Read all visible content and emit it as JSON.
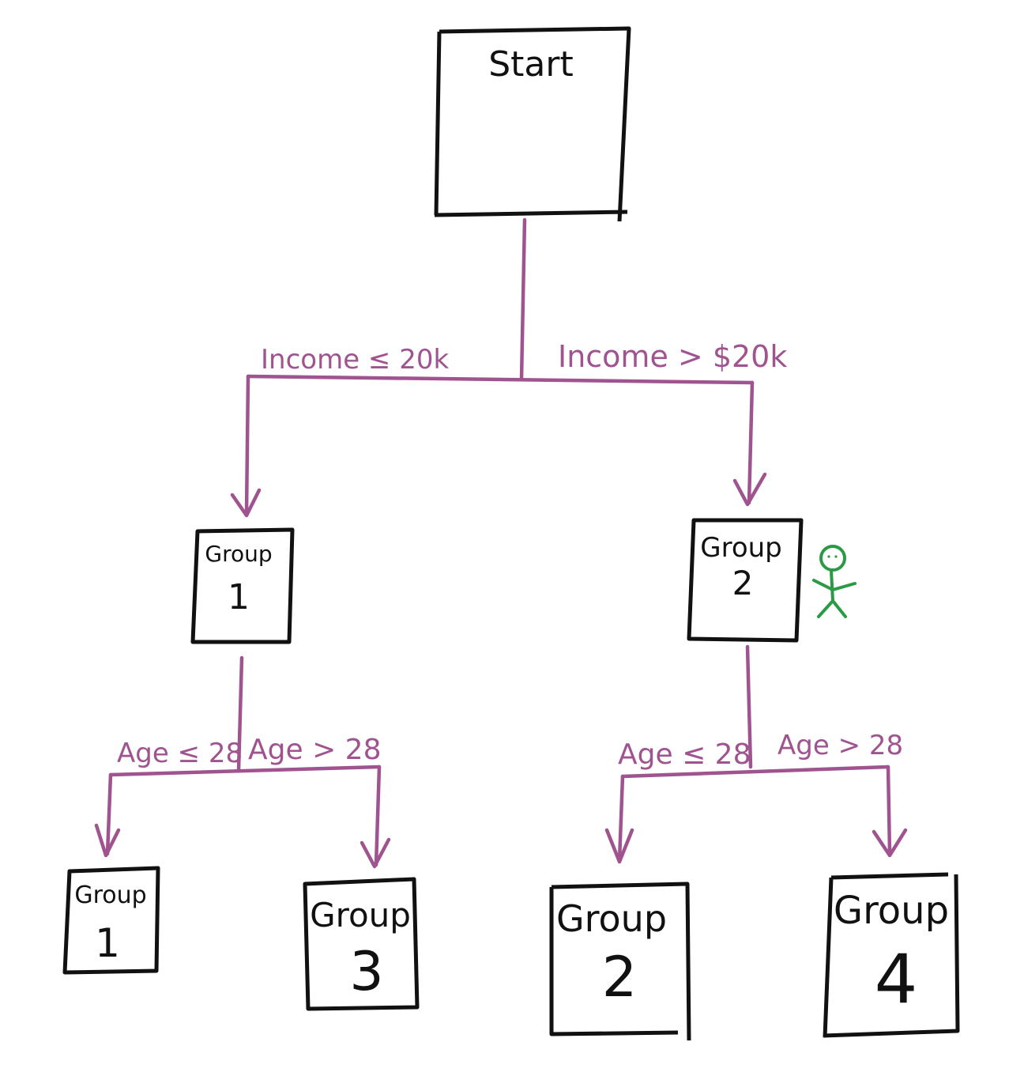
{
  "nodes": {
    "start": {
      "label": "Start"
    },
    "group1": {
      "line1": "Group",
      "line2": "1"
    },
    "group2": {
      "line1": "Group",
      "line2": "2"
    },
    "leaf_group1": {
      "line1": "Group",
      "line2": "1"
    },
    "leaf_group3": {
      "line1": "Group",
      "line2": "3"
    },
    "leaf_group2": {
      "line1": "Group",
      "line2": "2"
    },
    "leaf_group4": {
      "line1": "Group",
      "line2": "4"
    }
  },
  "edges": {
    "income_low": "Income ≤ 20k",
    "income_high": "Income > $20k",
    "g1_age_low": "Age ≤ 28",
    "g1_age_high": "Age > 28",
    "g2_age_low": "Age ≤ 28",
    "g2_age_high": "Age > 28"
  },
  "colors": {
    "box_stroke": "#111111",
    "edge_stroke": "#a0548f",
    "figure_stroke": "#2a9a45"
  },
  "icons": {
    "person_marker": "stick-figure-icon"
  }
}
